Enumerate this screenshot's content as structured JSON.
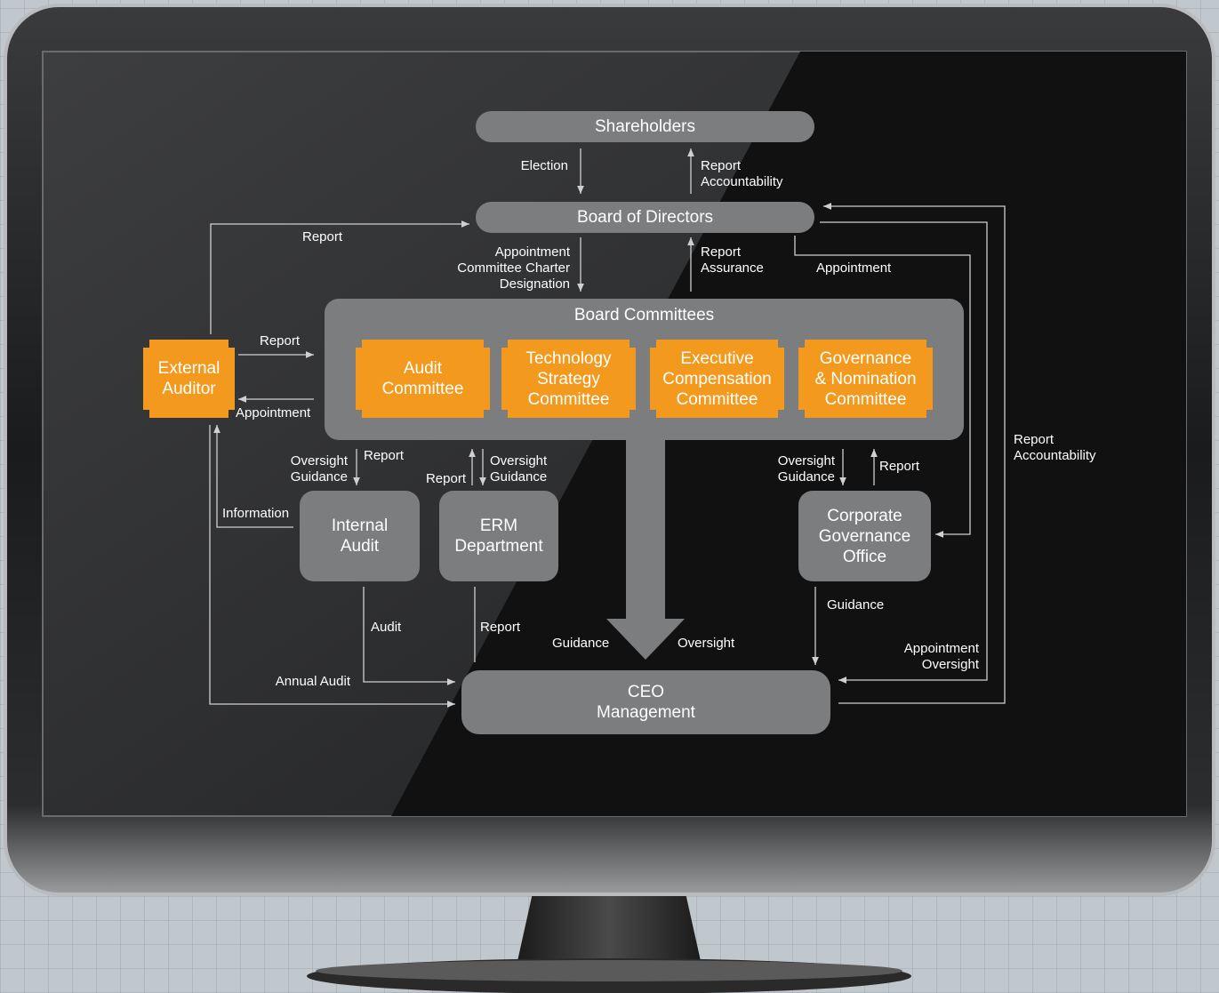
{
  "nodes": {
    "shareholders": "Shareholders",
    "board_of_directors": "Board of Directors",
    "board_committees": "Board Committees",
    "audit_committee": "Audit\nCommittee",
    "technology_committee": "Technology\nStrategy\nCommittee",
    "executive_committee": "Executive\nCompensation\nCommittee",
    "governance_committee": "Governance\n& Nomination\nCommittee",
    "external_auditor": "External\nAuditor",
    "internal_audit": "Internal\nAudit",
    "erm_department": "ERM\nDepartment",
    "corporate_governance_office": "Corporate\nGovernance\nOffice",
    "ceo": "CEO\nManagement"
  },
  "labels": {
    "election": "Election",
    "sh_report": "Report\nAccountability",
    "ext_report_board": "Report",
    "bod_appointment": "Appointment\nCommittee Charter\nDesignation",
    "bod_report_assurance": "Report\nAssurance",
    "cgo_appointment": "Appointment",
    "ext_report_committees": "Report",
    "ext_appointment": "Appointment",
    "ia_oversight": "Oversight\nGuidance",
    "ia_report": "Report",
    "erm_report": "Report",
    "erm_oversight": "Oversight\nGuidance",
    "cgo_oversight": "Oversight\nGuidance",
    "cgo_report": "Report",
    "information": "Information",
    "right_report": "Report\nAccountability",
    "audit": "Audit",
    "erm_to_ceo_report": "Report",
    "guidance_left": "Guidance",
    "oversight_right": "Oversight",
    "cgo_guidance": "Guidance",
    "ceo_appointment": "Appointment\nOversight",
    "annual_audit": "Annual Audit"
  },
  "colors": {
    "accent": "#f39a1e",
    "box": "#7c7d7f",
    "screen": "#1a1a1a",
    "line": "#d0d0d0"
  }
}
